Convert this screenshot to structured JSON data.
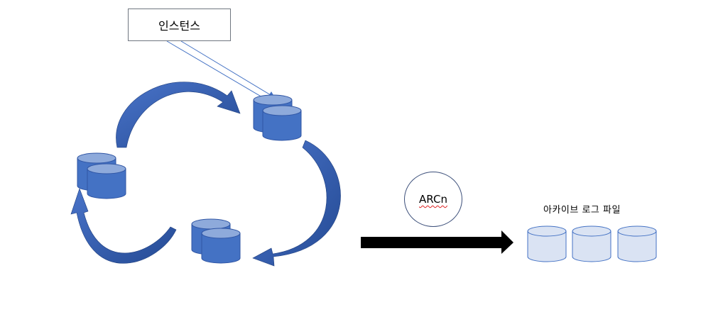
{
  "instance": {
    "label": "인스턴스"
  },
  "process": {
    "label": "ARCn"
  },
  "archive": {
    "label": "아카이브 로그 파일"
  },
  "colors": {
    "redo_cylinder": "#4472c4",
    "redo_top": "#8eaadb",
    "cycle_arrow": "#2f55a4",
    "archive_cylinder": "#dae3f3",
    "archive_stroke": "#4472c4",
    "transfer_arrow": "#000000"
  },
  "icons": [
    "redo-log-group-icon",
    "archive-log-file-icon",
    "cycle-arrow-icon",
    "transfer-arrow-icon"
  ]
}
